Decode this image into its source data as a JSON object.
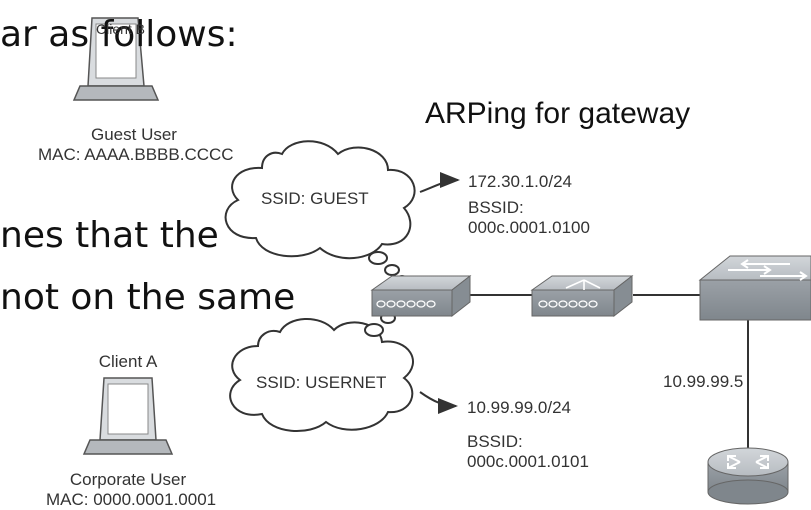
{
  "slide": {
    "line1": "ar as follows:",
    "line2": "nes that the",
    "line3": "not on the same"
  },
  "diagram": {
    "heading": "ARPing for gateway",
    "client_b": {
      "label": "Client B",
      "role": "Guest User",
      "mac": "MAC: AAAA.BBBB.CCCC"
    },
    "client_a": {
      "label": "Client A",
      "role": "Corporate User",
      "mac": "MAC: 0000.0001.0001"
    },
    "ssid_guest": "SSID: GUEST",
    "ssid_usernet": "SSID: USERNET",
    "guest_net": {
      "subnet": "172.30.1.0/24",
      "bssid_label": "BSSID:",
      "bssid": "000c.0001.0100"
    },
    "usernet_net": {
      "subnet": "10.99.99.0/24",
      "bssid_label": "BSSID:",
      "bssid": "000c.0001.0101"
    },
    "gateway_ip": "10.99.99.5"
  },
  "colors": {
    "device_fill": "#a7adb3",
    "device_dark": "#7d848b",
    "line": "#333333",
    "text": "#333333"
  }
}
